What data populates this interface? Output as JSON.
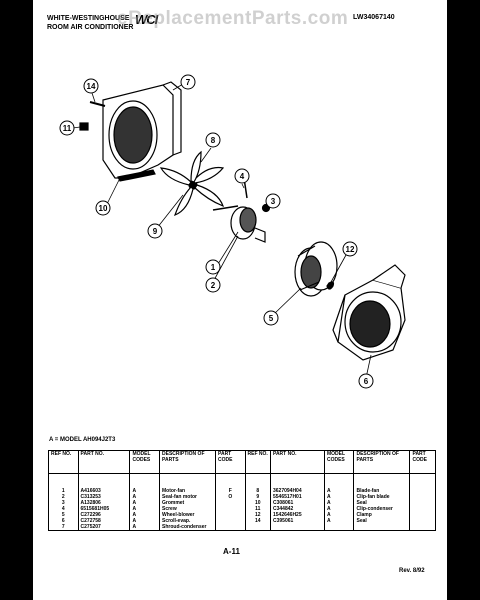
{
  "header": {
    "brand_line1": "WHITE-WESTINGHOUSE",
    "brand_line2": "ROOM AIR CONDITIONER",
    "logo": "WCI",
    "watermark": "eReplacementParts.com",
    "model_number": "LW34067140"
  },
  "callouts": [
    "1",
    "2",
    "3",
    "4",
    "5",
    "6",
    "7",
    "8",
    "9",
    "10",
    "11",
    "12",
    "14"
  ],
  "table": {
    "note": "A = MODEL AH094J2T3",
    "headers": {
      "ref_no": "REF NO.",
      "part_no": "PART NO.",
      "model_codes": "MODEL CODES",
      "description": "DESCRIPTION OF PARTS",
      "part_code": "PART CODE"
    },
    "left_rows": [
      {
        "ref": "1",
        "part": "A416603",
        "model": "A",
        "desc": "Motor-fan",
        "code": "F"
      },
      {
        "ref": "2",
        "part": "C313253",
        "model": "A",
        "desc": "Seal-fan motor",
        "code": "O"
      },
      {
        "ref": "3",
        "part": "A132806",
        "model": "A",
        "desc": "Grommet",
        "code": ""
      },
      {
        "ref": "4",
        "part": "6515681H05",
        "model": "A",
        "desc": "Screw",
        "code": ""
      },
      {
        "ref": "5",
        "part": "C272296",
        "model": "A",
        "desc": "Wheel-blower",
        "code": ""
      },
      {
        "ref": "6",
        "part": "C272758",
        "model": "A",
        "desc": "Scroll-evap.",
        "code": ""
      },
      {
        "ref": "7",
        "part": "C275207",
        "model": "A",
        "desc": "Shroud-condenser",
        "code": ""
      }
    ],
    "right_rows": [
      {
        "ref": "8",
        "part": "3627094H04",
        "model": "A",
        "desc": "Blade-fan",
        "code": ""
      },
      {
        "ref": "9",
        "part": "5546517H01",
        "model": "A",
        "desc": "Clip-fan blade",
        "code": ""
      },
      {
        "ref": "10",
        "part": "C308061",
        "model": "A",
        "desc": "Seal",
        "code": ""
      },
      {
        "ref": "11",
        "part": "C344842",
        "model": "A",
        "desc": "Clip-condenser",
        "code": ""
      },
      {
        "ref": "12",
        "part": "1542646H25",
        "model": "A",
        "desc": "Clamp",
        "code": ""
      },
      {
        "ref": "14",
        "part": "C395061",
        "model": "A",
        "desc": "Seal",
        "code": ""
      }
    ]
  },
  "footer": {
    "page_number": "A-11",
    "revision": "Rev. 8/92"
  }
}
